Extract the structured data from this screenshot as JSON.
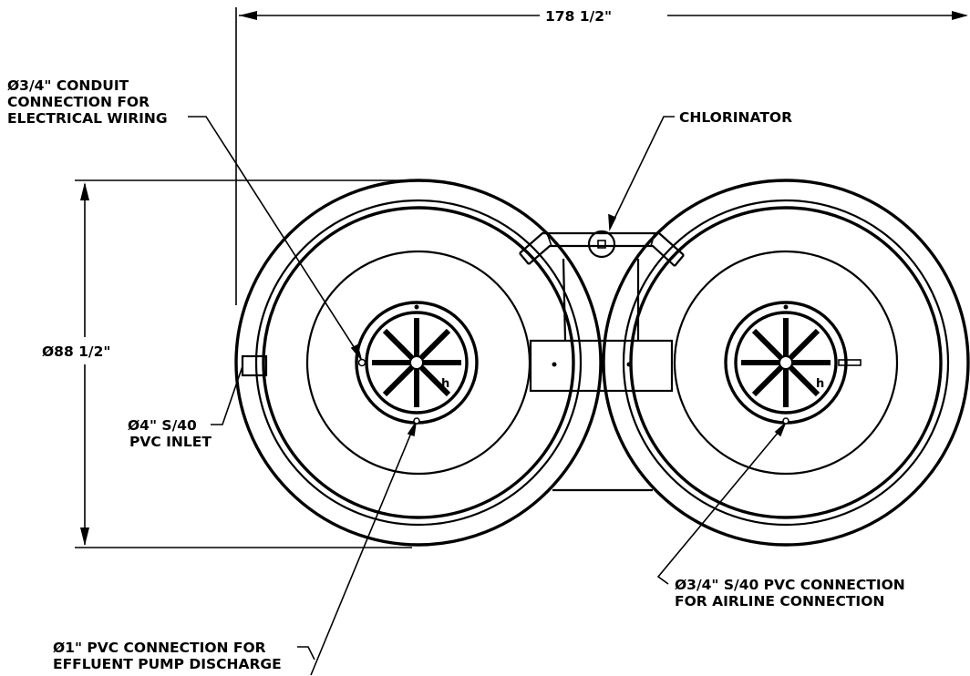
{
  "labels": {
    "overall_length": "178 1/2\"",
    "diameter": "Ø88 1/2\"",
    "conduit_line1": "Ø3/4\" CONDUIT",
    "conduit_line2": "CONNECTION FOR",
    "conduit_line3": "ELECTRICAL WIRING",
    "chlorinator": "CHLORINATOR",
    "inlet_line1": "Ø4\" S/40",
    "inlet_line2": "PVC INLET",
    "airline_line1": "Ø3/4\" S/40 PVC CONNECTION",
    "airline_line2": "FOR AIRLINE CONNECTION",
    "effluent_line1": "Ø1\" PVC CONNECTION FOR",
    "effluent_line2": "EFFLUENT PUMP DISCHARGE"
  },
  "colors": {
    "ink": "#000000",
    "paper": "#ffffff"
  }
}
